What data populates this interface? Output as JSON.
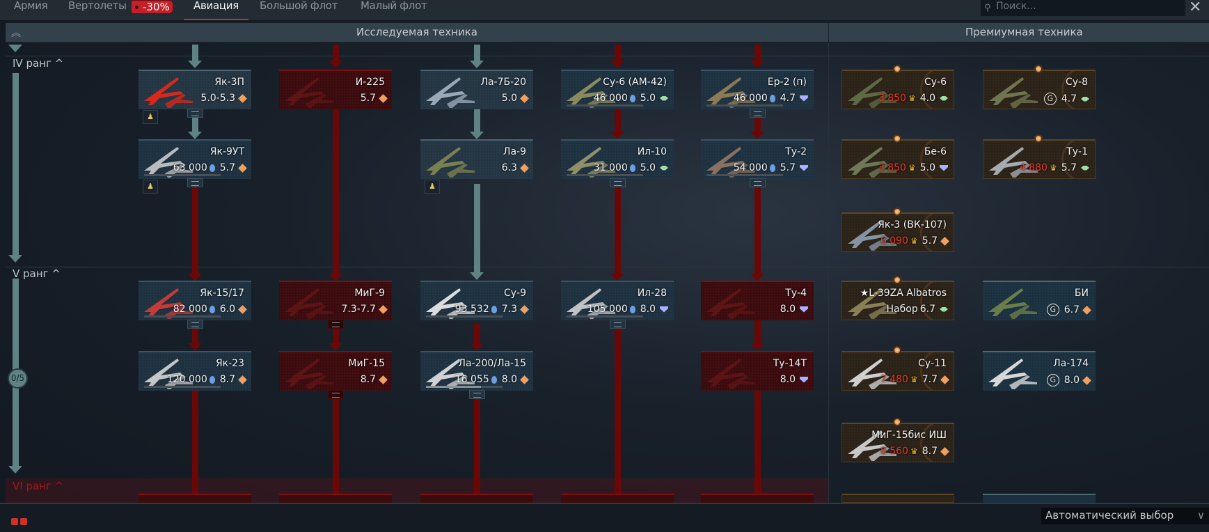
{
  "tabs": [
    {
      "label": "Армия",
      "active": false
    },
    {
      "label": "Вертолеты",
      "active": false,
      "badge": "-30%"
    },
    {
      "label": "Авиация",
      "active": true
    },
    {
      "label": "Большой флот",
      "active": false
    },
    {
      "label": "Малый флот",
      "active": false
    }
  ],
  "search": {
    "placeholder": "Поиск..."
  },
  "header": {
    "researchable": "Исследуемая техника",
    "premium": "Премиумная техника"
  },
  "ranks": [
    {
      "label": "IV ранг",
      "locked": false,
      "research_columns": [
        [
          {
            "name": "Як-3П",
            "br": "5.0-5.3",
            "role": "fighter",
            "status": "researched",
            "group": true,
            "crew": true,
            "color": "#d8281c"
          },
          {
            "name": "Як-9УТ",
            "cost": "63 000",
            "br": "5.7",
            "role": "fighter",
            "status": "researching",
            "group": true,
            "crew": true,
            "progress": 0,
            "color": "#b8bcc0"
          }
        ],
        [
          {
            "name": "И-225",
            "br": "5.7",
            "role": "fighter",
            "status": "locked",
            "color": "#7a1a1a"
          },
          null
        ],
        [
          {
            "name": "Ла-7Б-20",
            "br": "5.0",
            "role": "fighter",
            "status": "researched",
            "color": "#9aa8b8"
          },
          {
            "name": "Ла-9",
            "br": "6.3",
            "role": "fighter",
            "status": "researched",
            "crew": true,
            "color": "#7a8050"
          }
        ],
        [
          {
            "name": "Су-6 (АМ-42)",
            "cost": "46 000",
            "br": "5.0",
            "role": "attacker",
            "status": "researching",
            "progress": 0,
            "color": "#8a8a60"
          },
          {
            "name": "Ил-10",
            "cost": "31 000",
            "br": "5.0",
            "role": "attacker",
            "status": "researching",
            "group": true,
            "progress": 0,
            "color": "#8f9068"
          }
        ],
        [
          {
            "name": "Ер-2 (п)",
            "cost": "46 000",
            "br": "4.7",
            "role": "bomber",
            "status": "researching",
            "group": true,
            "progress": 0,
            "color": "#8a7a55"
          },
          {
            "name": "Ту-2",
            "cost": "54 000",
            "br": "5.7",
            "role": "bomber",
            "status": "researching",
            "group": true,
            "progress": 0,
            "color": "#8a7060"
          }
        ]
      ],
      "premium": [
        {
          "name": "Су-6",
          "cost": "3 850",
          "br": "4.0",
          "role": "attacker",
          "status": "premium",
          "color": "#5e6a45"
        },
        {
          "name": "Су-8",
          "squadron_price": "G",
          "br": "4.7",
          "role": "attacker",
          "status": "premium",
          "color": "#6f7550"
        },
        {
          "name": "Бе-6",
          "cost": "3 850",
          "br": "5.0",
          "role": "bomber",
          "status": "premium",
          "color": "#6d7a55"
        },
        {
          "name": "Ту-1",
          "cost": "4 880",
          "br": "5.7",
          "role": "attacker",
          "status": "premium",
          "color": "#a5abb0"
        },
        {
          "name": "Як-3 (ВК-107)",
          "cost": "6 090",
          "br": "5.7",
          "role": "fighter",
          "status": "premium",
          "color": "#8794a4"
        }
      ]
    },
    {
      "label": "V ранг",
      "locked": false,
      "progress_label": "0/5",
      "research_columns": [
        [
          {
            "name": "Як-15/17",
            "cost": "82 000",
            "br": "6.0",
            "role": "fighter",
            "status": "researching",
            "group": true,
            "progress": 0,
            "color": "#c83a34"
          },
          {
            "name": "Як-23",
            "cost": "120 000",
            "br": "8.7",
            "role": "fighter",
            "status": "researching",
            "progress": 0,
            "color": "#c4c6c8"
          }
        ],
        [
          {
            "name": "МиГ-9",
            "br": "7.3-7.7",
            "role": "fighter",
            "status": "locked",
            "group": true,
            "color": "#7a1a1a"
          },
          {
            "name": "МиГ-15",
            "br": "8.7",
            "role": "fighter",
            "status": "locked",
            "group": true,
            "color": "#7a1a1a"
          }
        ],
        [
          {
            "name": "Су-9",
            "cost": "93 532",
            "br": "7.3",
            "role": "fighter",
            "status": "researching",
            "progress": 0,
            "color": "#dcdcdc"
          },
          {
            "name": "Ла-200/Ла-15",
            "cost": "16 055",
            "br": "8.0",
            "role": "fighter",
            "status": "researching",
            "group": true,
            "progress": 0.72,
            "color": "#d0d2d4"
          }
        ],
        [
          {
            "name": "Ил-28",
            "cost": "105 000",
            "br": "8.0",
            "role": "bomber",
            "status": "researching",
            "group": true,
            "progress": 0,
            "color": "#c0c2c4"
          },
          null
        ],
        [
          {
            "name": "Ту-4",
            "br": "8.0",
            "role": "bomber",
            "status": "locked",
            "color": "#7a1a1a"
          },
          {
            "name": "Ту-14Т",
            "br": "8.0",
            "role": "bomber",
            "status": "locked",
            "color": "#7a1a1a"
          }
        ]
      ],
      "premium": [
        {
          "name": "★L-39ZA Albatros",
          "pack_label": "Набор",
          "br": "6.7",
          "role": "attacker",
          "status": "premium",
          "color": "#8a8058"
        },
        {
          "name": "БИ",
          "squadron_price": "G",
          "br": "6.7",
          "role": "fighter",
          "status": "squadron",
          "color": "#6a7e4a"
        },
        {
          "name": "Су-11",
          "cost": "7 480",
          "br": "7.7",
          "role": "fighter",
          "status": "premium",
          "color": "#d0d0d0"
        },
        {
          "name": "Ла-174",
          "squadron_price": "G",
          "br": "8.0",
          "role": "fighter",
          "status": "squadron",
          "color": "#d8d8d8"
        },
        {
          "name": "МиГ-15бис ИШ",
          "cost": "8 560",
          "br": "8.7",
          "role": "fighter",
          "status": "premium",
          "color": "#c8c8c8"
        }
      ]
    },
    {
      "label": "VI ранг",
      "locked": true
    }
  ],
  "footer": {
    "select_value": "Автоматический выбор"
  },
  "colors": {
    "accent": "#c9351f",
    "researched_line": "#5f8385",
    "locked_line": "#6a0808"
  }
}
